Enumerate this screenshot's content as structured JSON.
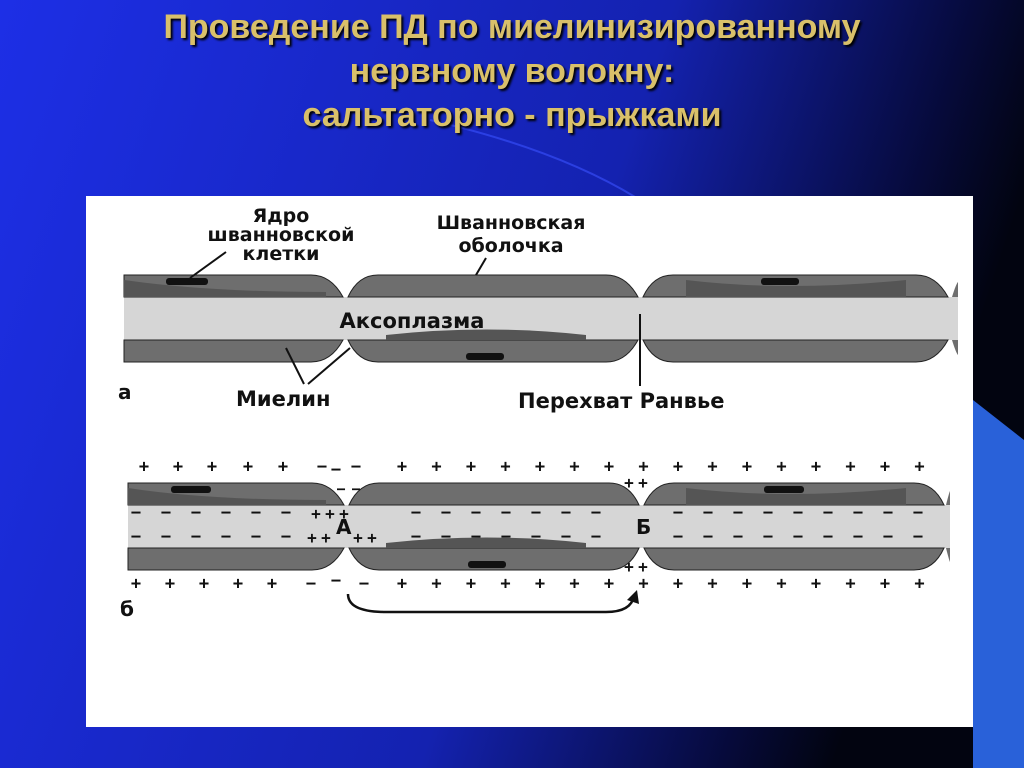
{
  "slide": {
    "title_lines": [
      "Проведение ПД по миелинизированному",
      "нервному волокну:",
      "сальтаторно - прыжками"
    ]
  },
  "colors": {
    "background": "#1a2ad8",
    "title": "#d9c06a",
    "myelin": "#6e6e6e",
    "axon": "#d6d6d6",
    "panel": "#ffffff"
  },
  "diagram": {
    "a": {
      "panel_label": "а",
      "nucleus_label_lines": [
        "Ядро",
        "шванновской",
        "клетки"
      ],
      "sheath_label_lines": [
        "Шванновская",
        "оболочка"
      ],
      "axoplasm_label": "Аксоплазма",
      "myelin_label": "Миелин",
      "node_label": "Перехват Ранвье"
    },
    "b": {
      "panel_label": "б",
      "node_a_label": "А",
      "node_b_label": "Б",
      "sign_plus": "+",
      "sign_minus": "−"
    }
  }
}
